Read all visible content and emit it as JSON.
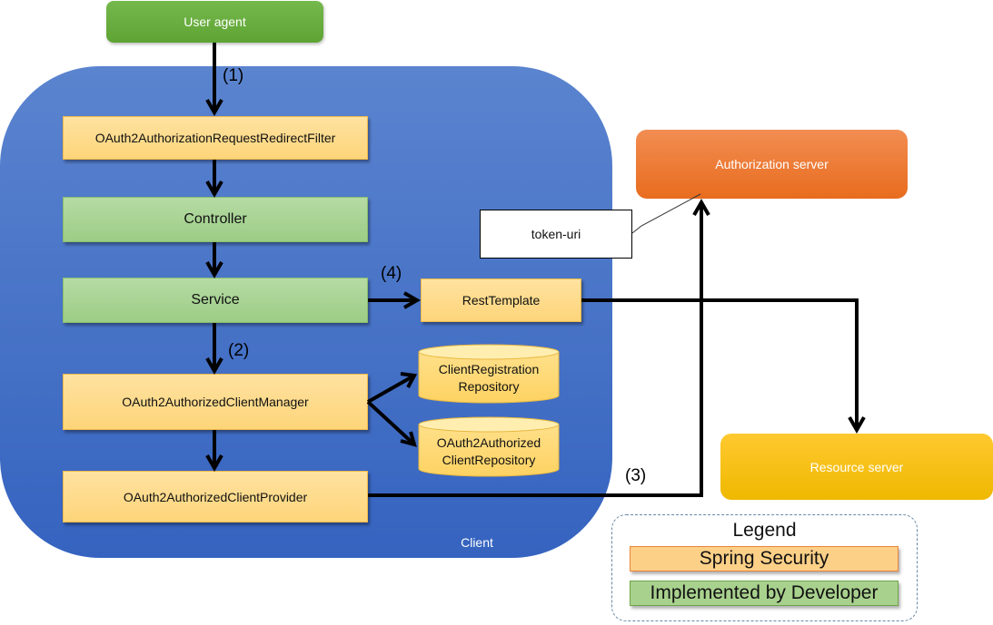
{
  "diagram": {
    "user_agent": "User agent",
    "client_label": "Client",
    "nodes": {
      "redirect_filter": "OAuth2AuthorizationRequestRedirectFilter",
      "controller": "Controller",
      "service": "Service",
      "client_manager": "OAuth2AuthorizedClientManager",
      "client_provider": "OAuth2AuthorizedClientProvider",
      "rest_template": "RestTemplate",
      "client_registration_repo_line1": "ClientRegistration",
      "client_registration_repo_line2": "Repository",
      "authorized_client_repo_line1": "OAuth2Authorized",
      "authorized_client_repo_line2": "ClientRepository",
      "authorization_server": "Authorization  server",
      "resource_server": "Resource server",
      "token_uri_note": "token-uri"
    },
    "steps": {
      "s1": "(1)",
      "s2": "(2)",
      "s3": "(3)",
      "s4": "(4)"
    },
    "legend": {
      "title": "Legend",
      "items": [
        {
          "label": "Spring Security",
          "color": "#fdd088"
        },
        {
          "label": "Implemented by Developer",
          "color": "#a9d18e"
        }
      ]
    },
    "colors": {
      "client_area": "#4472c4",
      "spring_security": "#ffd47a",
      "developer": "#a9d18e",
      "user_agent": "#6aae40",
      "authorization_server": "#ed7d31",
      "resource_server": "#ffc000"
    }
  }
}
